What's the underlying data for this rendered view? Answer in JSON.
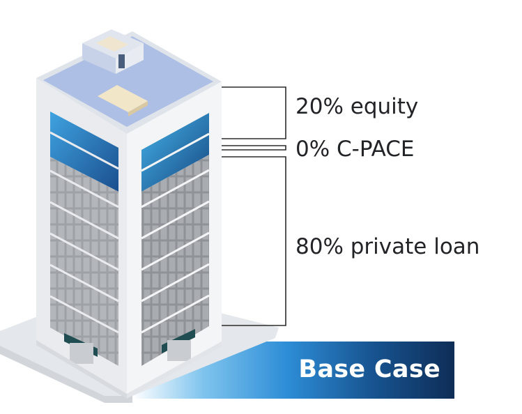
{
  "labels": {
    "equity": "20% equity",
    "cpace": "0% C-PACE",
    "loan": "80% private loan"
  },
  "banner": {
    "text": "Base Case"
  },
  "colors": {
    "bracket": "#2b2b2b",
    "label_text": "#222326",
    "banner_gradient": [
      "#7fc4ee",
      "#2d8dd6",
      "#17538f",
      "#0e2d57"
    ],
    "building_frame": "#f1f2f4",
    "roof": "#a9bde6",
    "window_blue": "#2f8ed1",
    "window_grey": "#a6a9ae",
    "awning": "#1f4d52"
  },
  "icons": [
    "office-building-icon"
  ]
}
